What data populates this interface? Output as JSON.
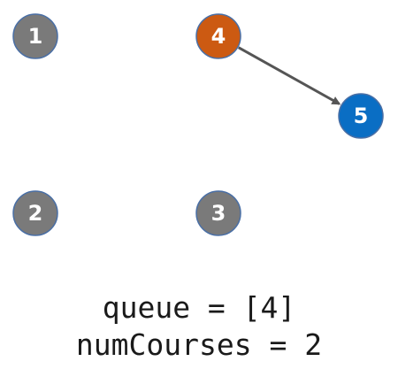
{
  "colors": {
    "unvisited": "#7a7a7a",
    "current": "#cc5a12",
    "queued": "#0a6ec4",
    "outline": "#4a6fa5",
    "edge": "#555555"
  },
  "nodes": [
    {
      "id": "1",
      "label": "1",
      "state": "unvisited"
    },
    {
      "id": "4",
      "label": "4",
      "state": "current"
    },
    {
      "id": "5",
      "label": "5",
      "state": "queued"
    },
    {
      "id": "2",
      "label": "2",
      "state": "unvisited"
    },
    {
      "id": "3",
      "label": "3",
      "state": "unvisited"
    }
  ],
  "edges": [
    {
      "from": "4",
      "to": "5"
    }
  ],
  "status": {
    "queue_text": "queue = [4]",
    "num_courses_text": "numCourses = 2"
  }
}
